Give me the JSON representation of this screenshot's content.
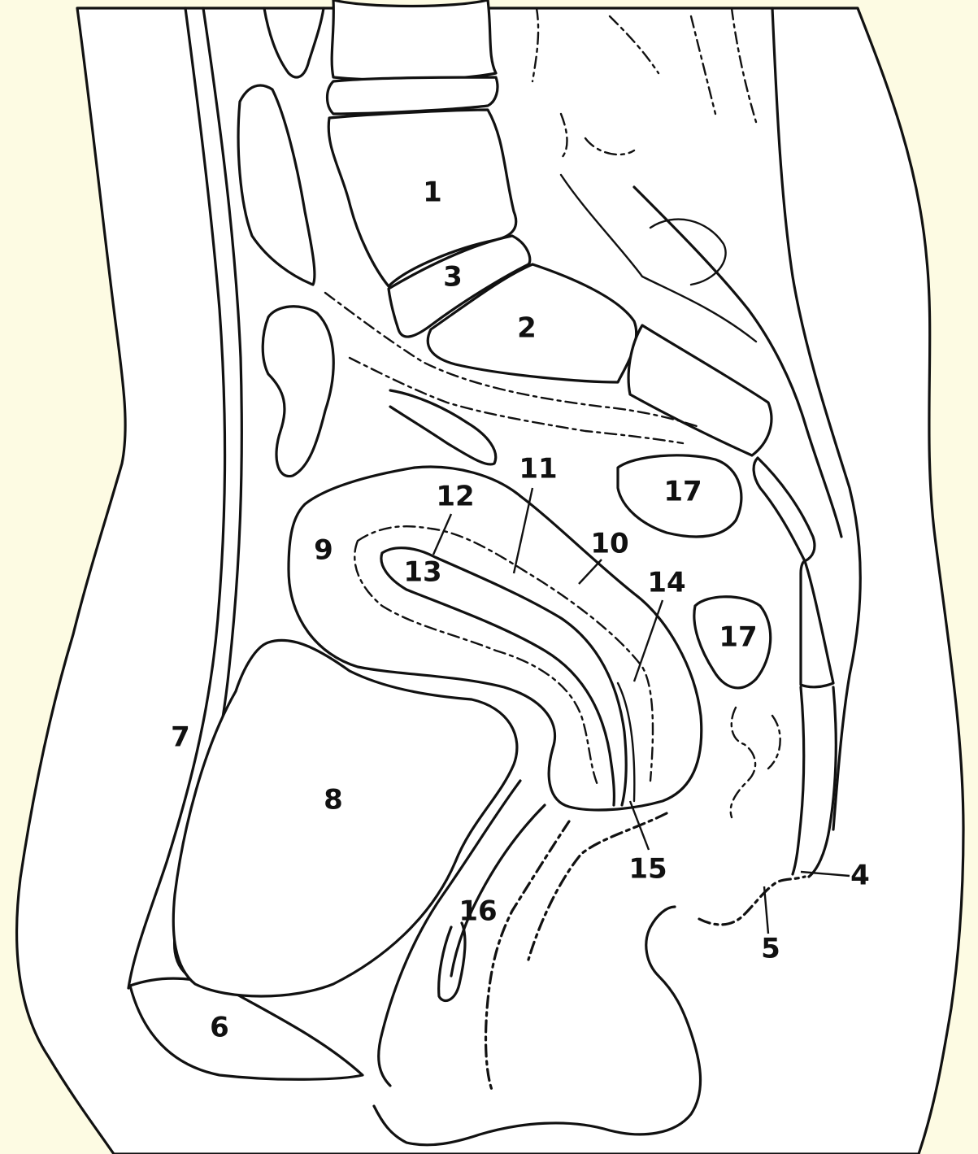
{
  "colors": {
    "background": "#fdfbe3",
    "body": "#ffffff",
    "ink": "#111111"
  },
  "labels": [
    {
      "id": "1",
      "text": "1"
    },
    {
      "id": "2",
      "text": "2"
    },
    {
      "id": "3",
      "text": "3"
    },
    {
      "id": "4",
      "text": "4"
    },
    {
      "id": "5",
      "text": "5"
    },
    {
      "id": "6",
      "text": "6"
    },
    {
      "id": "7",
      "text": "7"
    },
    {
      "id": "8",
      "text": "8"
    },
    {
      "id": "9",
      "text": "9"
    },
    {
      "id": "10",
      "text": "10"
    },
    {
      "id": "11",
      "text": "11"
    },
    {
      "id": "12",
      "text": "12"
    },
    {
      "id": "13",
      "text": "13"
    },
    {
      "id": "14",
      "text": "14"
    },
    {
      "id": "15",
      "text": "15"
    },
    {
      "id": "16",
      "text": "16"
    },
    {
      "id": "17a",
      "text": "17"
    },
    {
      "id": "17b",
      "text": "17"
    }
  ]
}
